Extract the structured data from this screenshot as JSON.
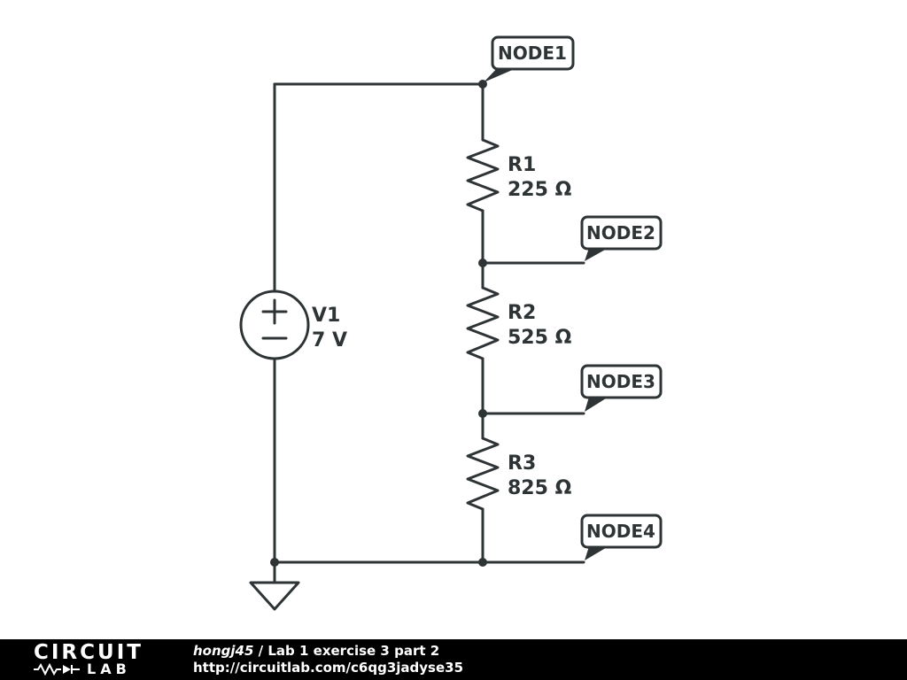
{
  "colors": {
    "ink": "#2e3436",
    "background": "#ffffff",
    "footer_bg": "#000000",
    "footer_text": "#ffffff"
  },
  "circuit": {
    "source": {
      "name": "V1",
      "value": "7 V"
    },
    "resistors": [
      {
        "name": "R1",
        "value": "225 Ω"
      },
      {
        "name": "R2",
        "value": "525 Ω"
      },
      {
        "name": "R3",
        "value": "825 Ω"
      }
    ],
    "nodes": [
      {
        "label": "NODE1"
      },
      {
        "label": "NODE2"
      },
      {
        "label": "NODE3"
      },
      {
        "label": "NODE4"
      }
    ]
  },
  "footer": {
    "logo_primary": "CIRCUIT",
    "logo_secondary": "LAB",
    "author": "hongj45",
    "separator": " / ",
    "title": "Lab 1 exercise 3 part 2",
    "url": "http://circuitlab.com/c6qg3jadyse35"
  }
}
